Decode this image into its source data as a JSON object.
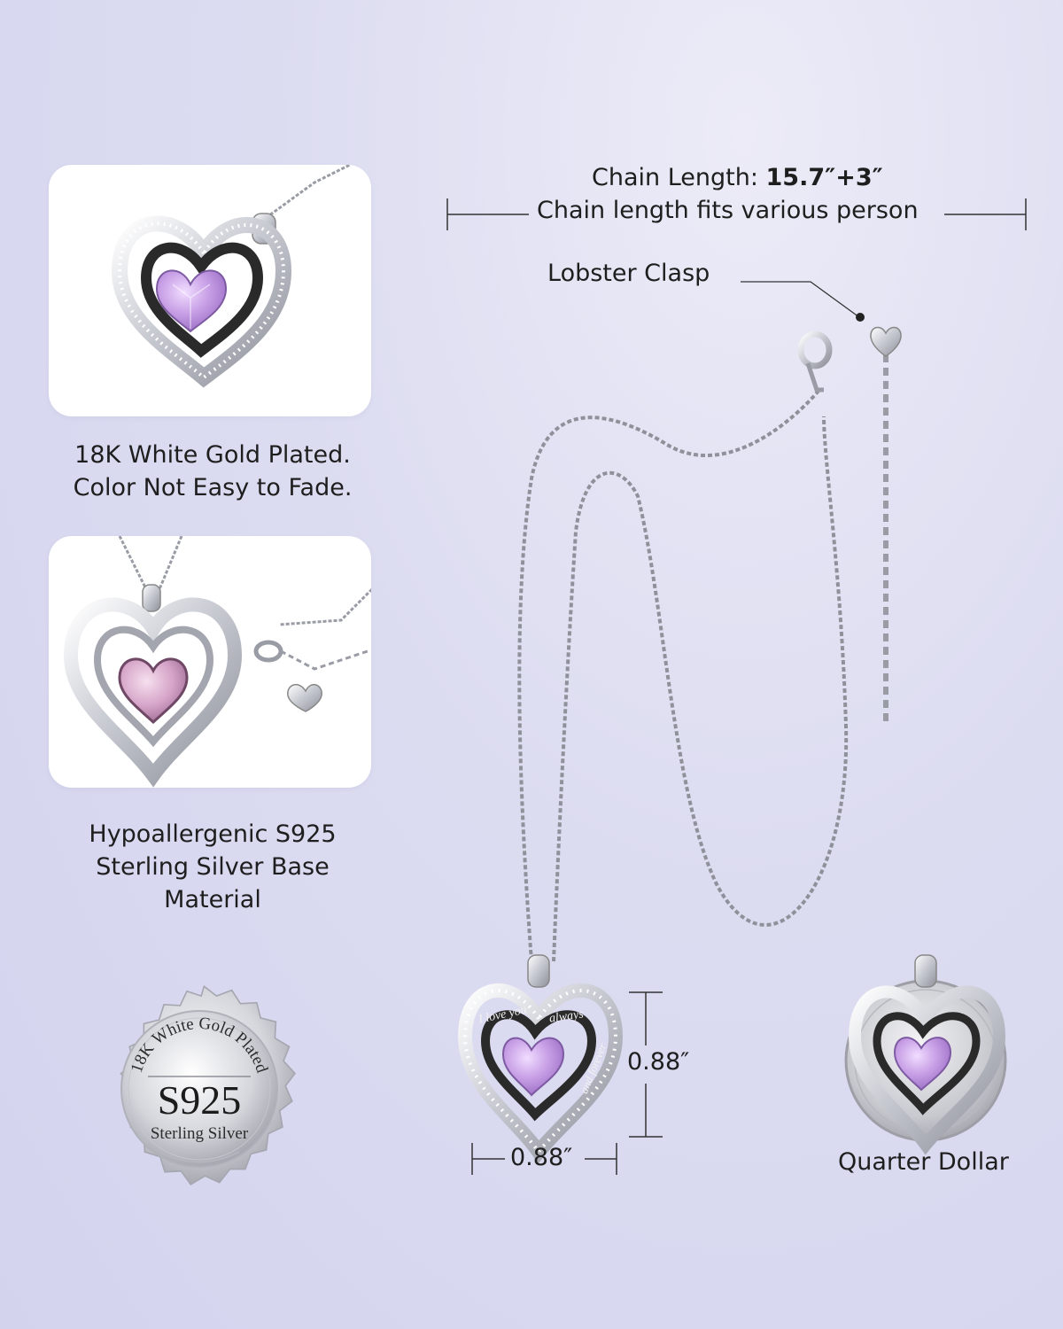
{
  "features": [
    {
      "lines": [
        "18K White Gold Plated.",
        "Color Not Easy to Fade."
      ]
    },
    {
      "lines": [
        "Hypoallergenic S925",
        "Sterling Silver Base",
        "Material"
      ]
    }
  ],
  "badge": {
    "arc_text": "18K White Gold Plated",
    "main_text": "S925",
    "sub_text": "Sterling Silver"
  },
  "chain": {
    "length_label": "Chain Length: ",
    "length_value": "15.7″+3″",
    "fit_text": "Chain length fits various person",
    "clasp_label": "Lobster Clasp"
  },
  "pendant": {
    "height": "0.88″",
    "width": "0.88″",
    "engraving": [
      "I love you",
      "always",
      "and forever"
    ]
  },
  "comparison": {
    "label": "Quarter Dollar"
  },
  "colors": {
    "background": "#d8d8f0",
    "gem": "#c8a0e6",
    "silver": "#c9cbd3"
  }
}
